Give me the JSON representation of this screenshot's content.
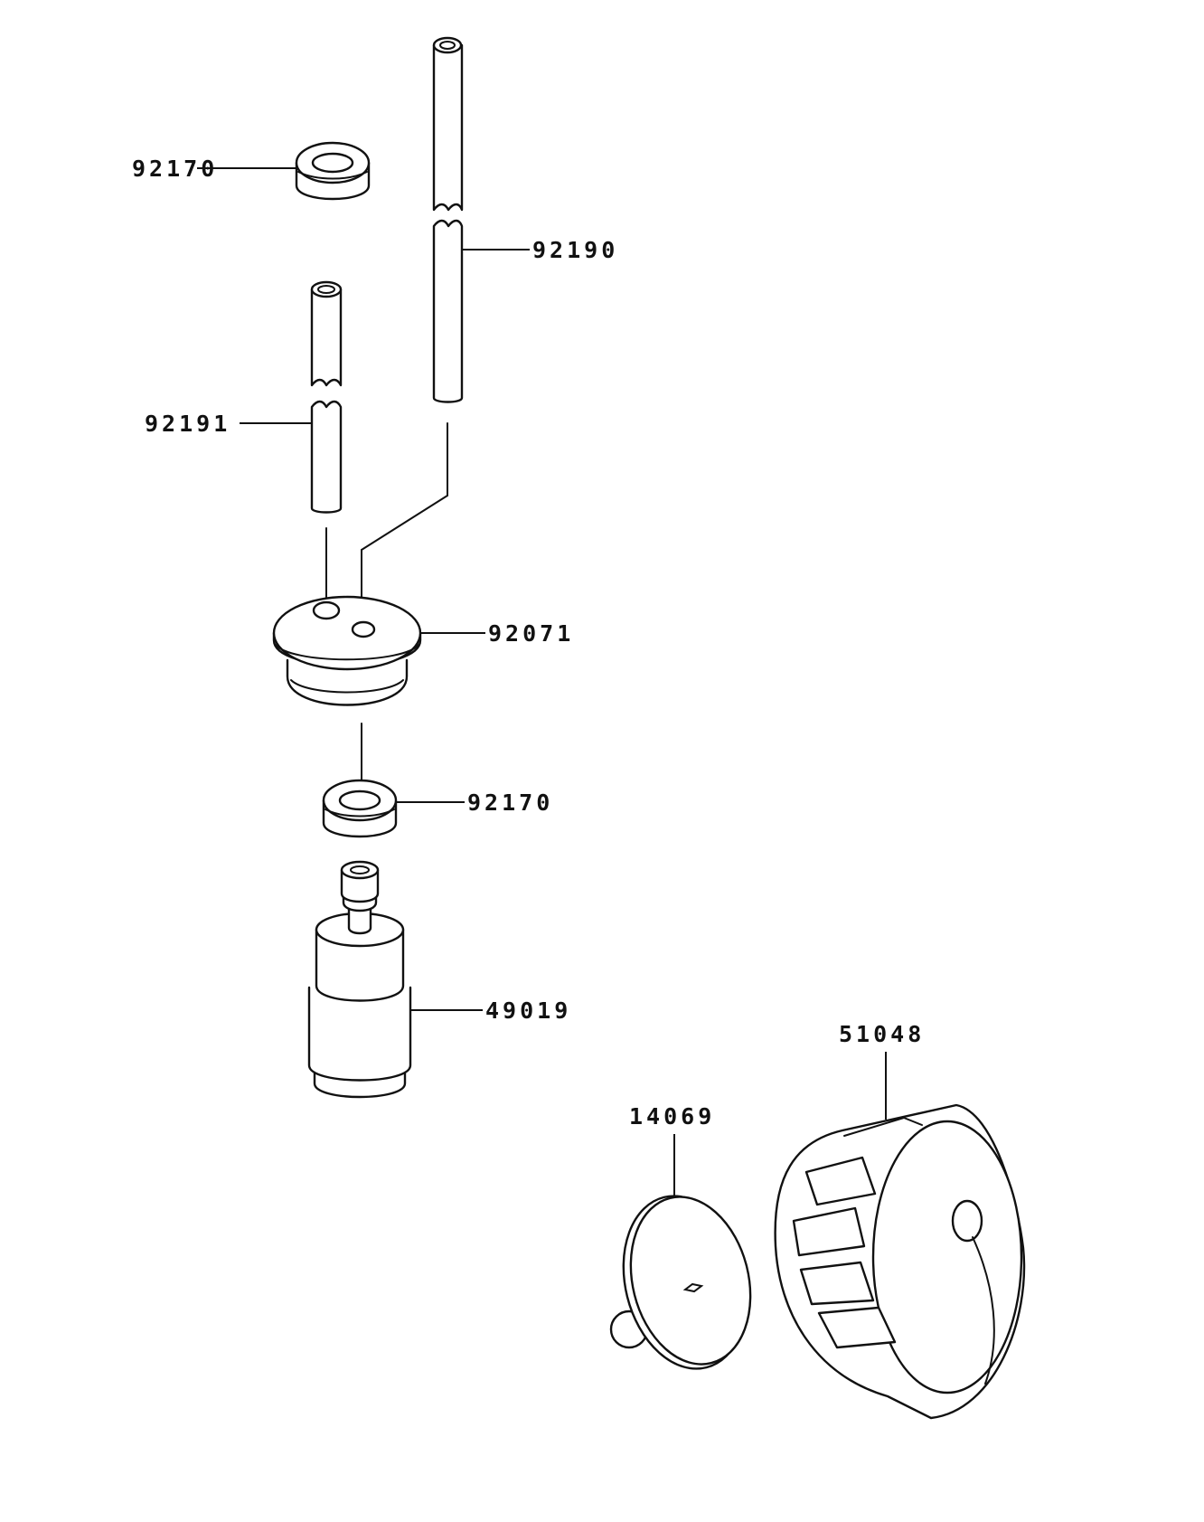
{
  "colors": {
    "line": "#111111",
    "background": "#ffffff"
  },
  "callouts": {
    "grommet_top": "92170",
    "tube_long": "92190",
    "tube_short": "92191",
    "grommet_tank": "92071",
    "grommet_bottom": "92170",
    "fuel_filter": "49019",
    "cap": "51048",
    "cap_gasket": "14069"
  }
}
